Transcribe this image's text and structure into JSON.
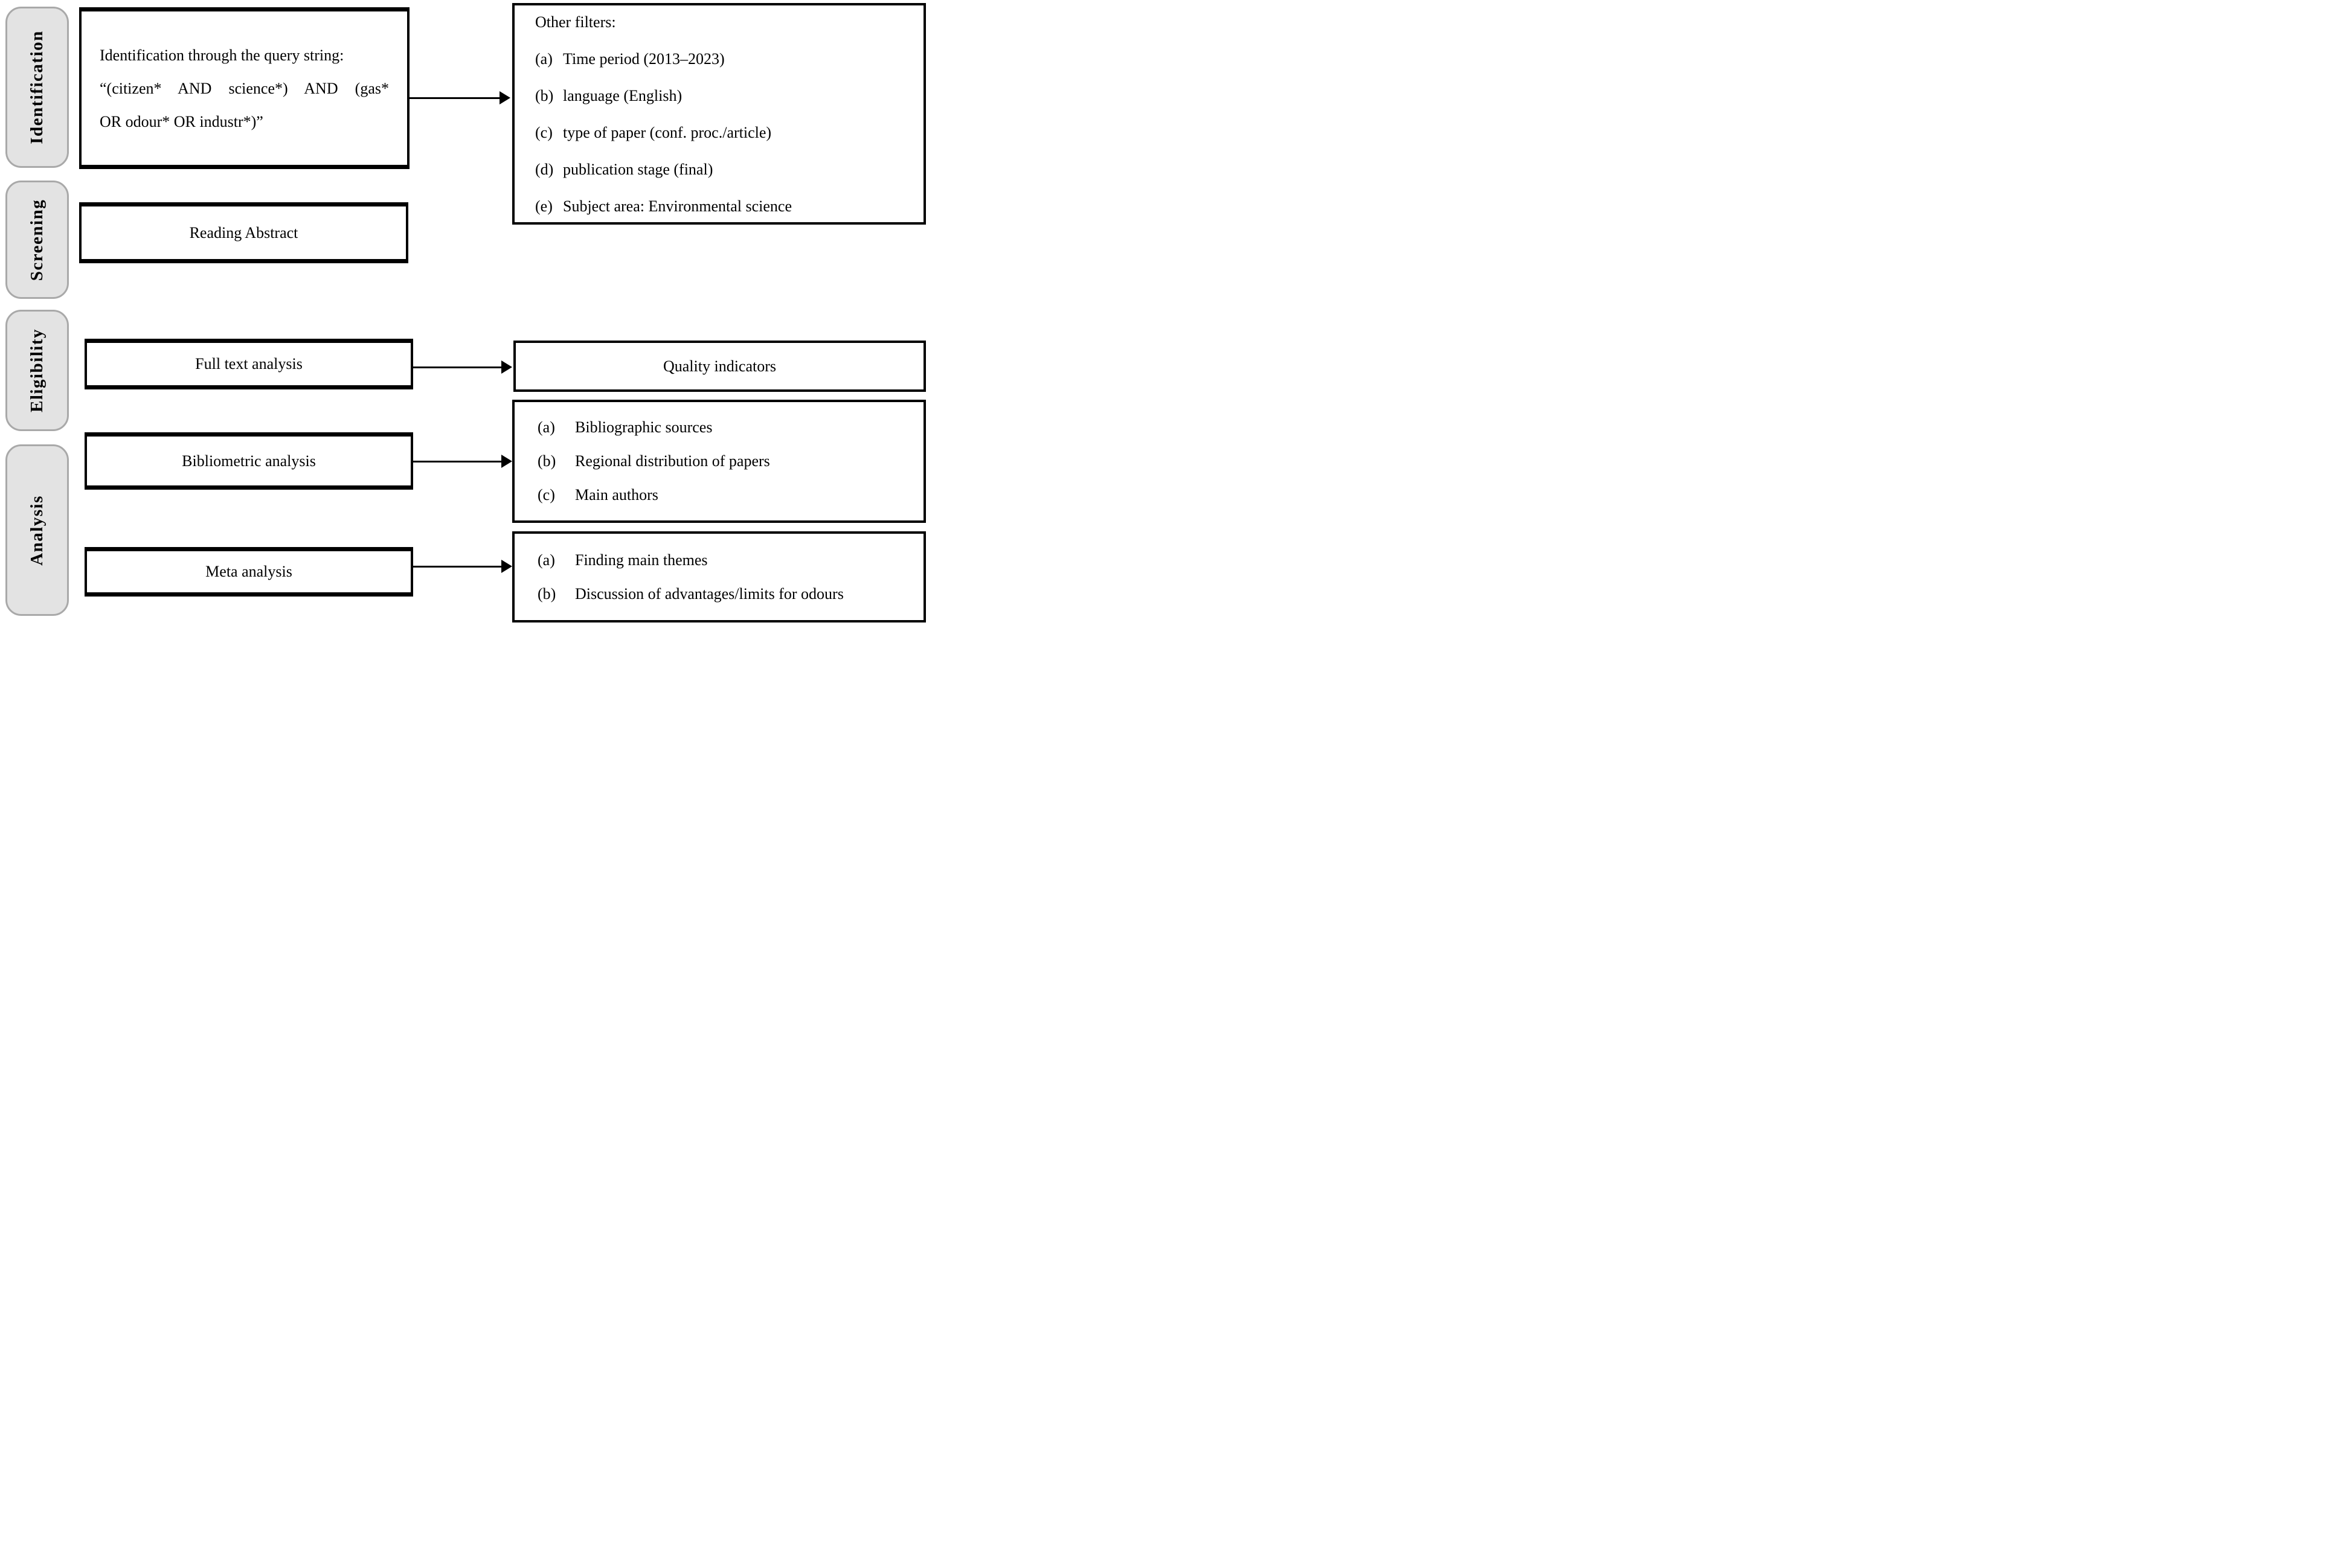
{
  "figure": {
    "type": "methodology-flow-diagram"
  },
  "colors": {
    "background": "#ffffff",
    "text": "#000000",
    "box_border": "#000000",
    "pill_fill": "#e3e3e3",
    "pill_border": "#a9a9a9"
  },
  "stages": [
    {
      "label": "Identification"
    },
    {
      "label": "Screening"
    },
    {
      "label": "Eligibility"
    },
    {
      "label": "Analysis"
    }
  ],
  "process": {
    "query_box": {
      "line1": "Identification through the query string:",
      "line2": "“(citizen* AND science*) AND (gas*",
      "line3": "OR odour* OR industr*)”"
    },
    "reading_abstract": {
      "label": "Reading Abstract"
    },
    "full_text": {
      "label": "Full text analysis"
    },
    "bibliometric": {
      "label": "Bibliometric analysis"
    },
    "meta": {
      "label": "Meta analysis"
    }
  },
  "outputs": {
    "filters": {
      "title": "Other filters:",
      "items": [
        {
          "label": "(a)",
          "text": "Time period (2013–2023)"
        },
        {
          "label": "(b)",
          "text": "language (English)"
        },
        {
          "label": "(c)",
          "text": "type of paper (conf. proc./article)"
        },
        {
          "label": "(d)",
          "text": "publication stage (final)"
        },
        {
          "label": "(e)",
          "text": "Subject area: Environmental science"
        }
      ]
    },
    "quality": {
      "label": "Quality indicators"
    },
    "bibliometric_details": {
      "items": [
        {
          "label": "(a)",
          "text": "Bibliographic sources"
        },
        {
          "label": "(b)",
          "text": "Regional distribution of papers"
        },
        {
          "label": "(c)",
          "text": "Main authors"
        }
      ]
    },
    "meta_details": {
      "items": [
        {
          "label": "(a)",
          "text": "Finding main themes"
        },
        {
          "label": "(b)",
          "text": "Discussion of advantages/limits for odours"
        }
      ]
    }
  }
}
